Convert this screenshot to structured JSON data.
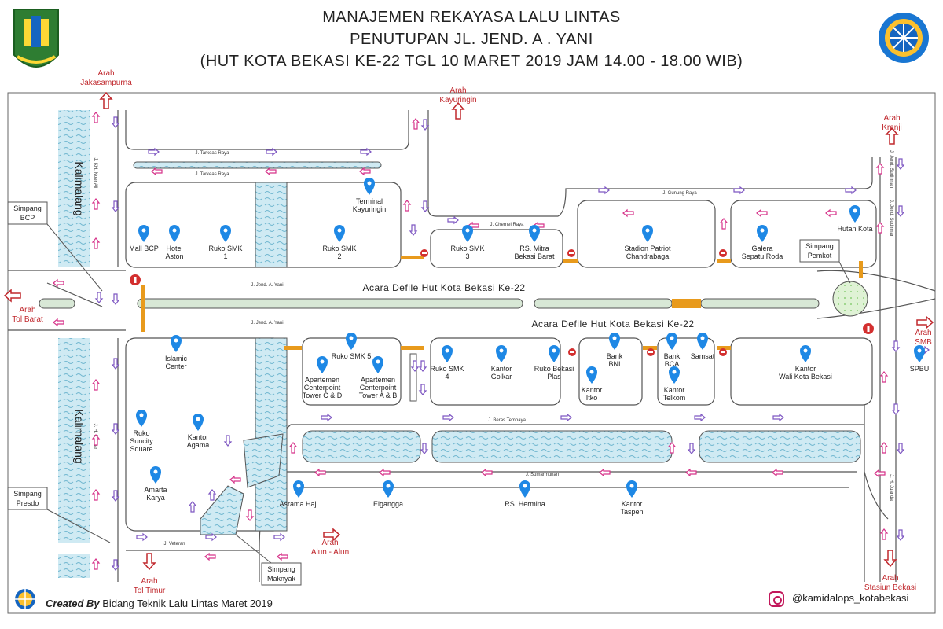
{
  "header": {
    "line1": "MANAJEMEN REKAYASA LALU LINTAS",
    "line2": "PENUTUPAN JL. JEND. A . YANI",
    "line3": "(HUT KOTA BEKASI KE-22 TGL 10 MARET 2019 JAM 14.00 - 18.00 WIB)"
  },
  "footer": {
    "created_by": "Created By",
    "credit": "Bidang Teknik Lalu Lintas Maret 2019",
    "instagram": "@kamidalops_kotabekasi"
  },
  "colors": {
    "road_edge": "#555555",
    "water": "#b9e0ec",
    "pin": "#1e88e5",
    "closure": "#d32f2f",
    "barrier": "#e89a1c",
    "arrow_flow": "#7e57c2",
    "arrow_counter": "#d6338a",
    "direction_arrow": "#c0282d"
  },
  "directions": [
    {
      "id": "jakasampurna",
      "line1": "Arah",
      "line2": "Jakasampurna"
    },
    {
      "id": "kayuringin",
      "line1": "Arah",
      "line2": "Kayuringin"
    },
    {
      "id": "kranji",
      "line1": "Arah",
      "line2": "Kranji"
    },
    {
      "id": "tol-barat",
      "line1": "Arah",
      "line2": "Tol Barat"
    },
    {
      "id": "smb",
      "line1": "Arah",
      "line2": "SMB"
    },
    {
      "id": "tol-timur",
      "line1": "Arah",
      "line2": "Tol Timur"
    },
    {
      "id": "alun-alun",
      "line1": "Arah",
      "line2": "Alun - Alun"
    },
    {
      "id": "stasiun",
      "line1": "Arah",
      "line2": "Stasiun Bekasi"
    }
  ],
  "simpang": [
    {
      "id": "bcp",
      "line1": "Simpang",
      "line2": "BCP"
    },
    {
      "id": "presdo",
      "line1": "Simpang",
      "line2": "Presdo"
    },
    {
      "id": "pemkot",
      "line1": "Simpang",
      "line2": "Pemkot"
    },
    {
      "id": "maknyak",
      "line1": "Simpang",
      "line2": "Maknyak"
    }
  ],
  "acara": [
    "Acara Defile Hut Kota Bekasi Ke-22",
    "Acara Defile Hut Kota Bekasi Ke-22"
  ],
  "kalimalang": [
    "Kalimalang",
    "Kalimalang"
  ],
  "roads": [
    "J. Tarkeas Raya",
    "J. Tarkeas Raya",
    "J. Jend. A. Yani",
    "J. Jend. A. Yani",
    "J. Chernel Raya",
    "J. Gunung Raya",
    "J. Beras Tempaya",
    "J. Sumarmunan",
    "J. Veteran",
    "J. KH. Noer Ali",
    "J. H. Markar",
    "J. Jend. Sudirman",
    "J. Jend. Sudirman",
    "J. H. Juanda"
  ],
  "landmarks": [
    {
      "id": "mall-bcp",
      "lines": [
        "Mall BCP"
      ]
    },
    {
      "id": "hotel-aston",
      "lines": [
        "Hotel",
        "Aston"
      ]
    },
    {
      "id": "ruko-smk1",
      "lines": [
        "Ruko SMK",
        "1"
      ]
    },
    {
      "id": "ruko-smk2",
      "lines": [
        "Ruko SMK",
        "2"
      ]
    },
    {
      "id": "terminal",
      "lines": [
        "Terminal",
        "Kayuringin"
      ]
    },
    {
      "id": "ruko-smk3",
      "lines": [
        "Ruko SMK",
        "3"
      ]
    },
    {
      "id": "rs-mitra",
      "lines": [
        "RS. Mitra",
        "Bekasi Barat"
      ]
    },
    {
      "id": "stadion",
      "lines": [
        "Stadion Patriot",
        "Chandrabaga"
      ]
    },
    {
      "id": "galera",
      "lines": [
        "Galera",
        "Sepatu Roda"
      ]
    },
    {
      "id": "hutan-kota",
      "lines": [
        "Hutan Kota"
      ]
    },
    {
      "id": "islamic-center",
      "lines": [
        "Islamic",
        "Center"
      ]
    },
    {
      "id": "ruko-smk5",
      "lines": [
        "Ruko SMK 5"
      ]
    },
    {
      "id": "apt-cd",
      "lines": [
        "Apartemen",
        "Centerpoint",
        "Tower C & D"
      ]
    },
    {
      "id": "apt-ab",
      "lines": [
        "Apartemen",
        "Centerpoint",
        "Tower A & B"
      ]
    },
    {
      "id": "ruko-smk4",
      "lines": [
        "Ruko SMK",
        "4"
      ]
    },
    {
      "id": "kantor-golkar",
      "lines": [
        "Kantor",
        "Golkar"
      ]
    },
    {
      "id": "ruko-bekasi-plas",
      "lines": [
        "Ruko Bekasi",
        "Plas"
      ]
    },
    {
      "id": "bank-bni",
      "lines": [
        "Bank",
        "BNI"
      ]
    },
    {
      "id": "kantor-itko",
      "lines": [
        "Kantor",
        "Itko"
      ]
    },
    {
      "id": "bank-bca",
      "lines": [
        "Bank",
        "BCA"
      ]
    },
    {
      "id": "samsat",
      "lines": [
        "Samsat"
      ]
    },
    {
      "id": "kantor-telkom",
      "lines": [
        "Kantor",
        "Telkom"
      ]
    },
    {
      "id": "kantor-walikota",
      "lines": [
        "Kantor",
        "Wali Kota Bekasi"
      ]
    },
    {
      "id": "spbu",
      "lines": [
        "SPBU"
      ]
    },
    {
      "id": "ruko-suncity",
      "lines": [
        "Ruko",
        "Suncity",
        "Square"
      ]
    },
    {
      "id": "kantor-agama",
      "lines": [
        "Kantor",
        "Agama"
      ]
    },
    {
      "id": "amarta-karya",
      "lines": [
        "Amarta",
        "Karya"
      ]
    },
    {
      "id": "asrama-haji",
      "lines": [
        "Asrama Haji"
      ]
    },
    {
      "id": "elgangga",
      "lines": [
        "Elgangga"
      ]
    },
    {
      "id": "rs-hermina",
      "lines": [
        "RS. Hermina"
      ]
    },
    {
      "id": "kantor-taspen",
      "lines": [
        "Kantor",
        "Taspen"
      ]
    }
  ]
}
